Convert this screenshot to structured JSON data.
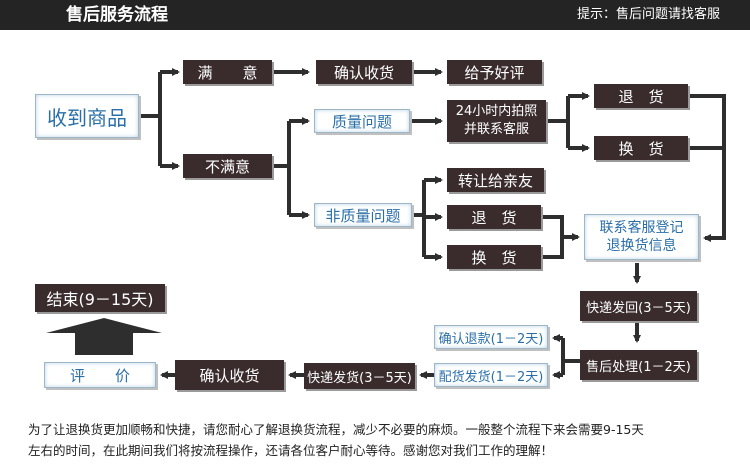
{
  "header": {
    "title": "售后服务流程",
    "tip": "提示：售后问题请找客服"
  },
  "nodes": {
    "receive": "收到商品",
    "satisfied": "满　　意",
    "confirm_receipt_top": "确认收货",
    "give_praise": "给予好评",
    "unsatisfied": "不满意",
    "quality_issue": "质量问题",
    "photo_contact_line1": "24小时内拍照",
    "photo_contact_line2": "并联系客服",
    "return_top": "退　货",
    "exchange_top": "换　货",
    "non_quality_issue": "非质量问题",
    "transfer_friend": "转让给亲友",
    "return_mid": "退　货",
    "exchange_mid": "换　货",
    "register_line1": "联系客服登记",
    "register_line2": "退换货信息",
    "express_back": "快递发回(3－5天)",
    "after_sale_processing": "售后处理(1－2天)",
    "confirm_refund": "确认退款(1－2天)",
    "distribution": "配货发货(1－2天)",
    "express_ship": "快递发货(3－5天)",
    "confirm_receipt_bottom": "确认收货",
    "evaluate": "评　　价",
    "end": "结束(9－15天)"
  },
  "footer": {
    "line1": "为了让退换货更加顺畅和快捷，请您耐心了解退换货流程，减少不必要的麻烦。一般整个流程下来会需要9-15天",
    "line2": "左右的时间，在此期间我们将按流程操作，还请各位客户耐心等待。感谢您对我们工作的理解！"
  },
  "colors": {
    "dark_box": "#3a2c2c",
    "light_text": "#2a6fa8",
    "header_bg": "#242424"
  }
}
